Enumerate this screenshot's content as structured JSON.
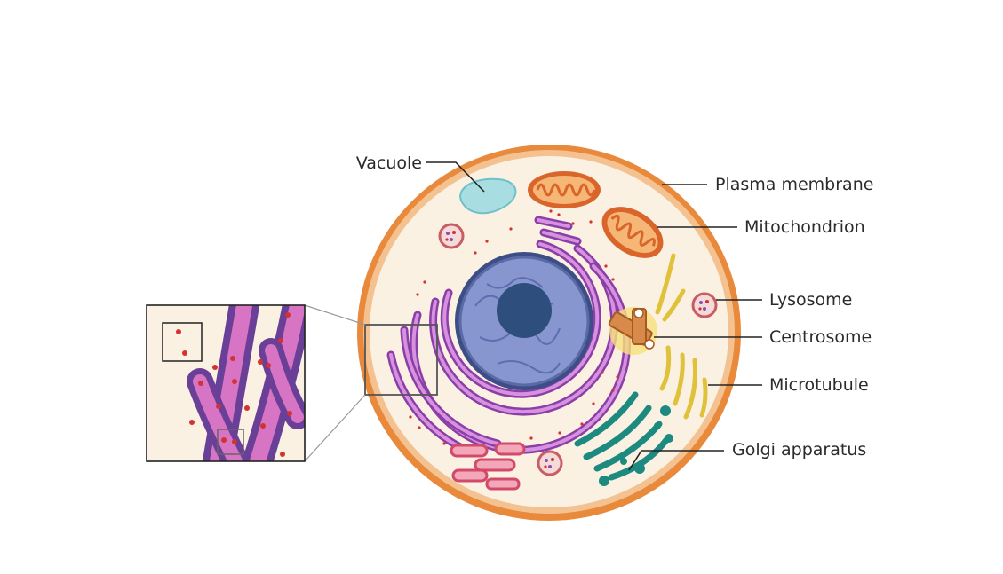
{
  "labels": {
    "vacuole": "Vacuole",
    "plasma_membrane": "Plasma membrane",
    "mitochondrion": "Mitochondrion",
    "lysosome": "Lysosome",
    "centrosome": "Centrosome",
    "microtubule": "Microtubule",
    "golgi": "Golgi apparatus"
  },
  "colors": {
    "membrane_outer": "#e8893b",
    "cytoplasm": "#fbf1e3",
    "nucleus": "#7f8fc9",
    "nucleolus": "#2e4f7e",
    "rough_er": "#b065c4",
    "golgi": "#1d8a80",
    "mitochondrion": "#d9652a",
    "vacuole": "#a8dde2",
    "lysosome": "#c95d66",
    "centrosome": "#d88a4a",
    "microtubule": "#e0c23a",
    "ribosome": "#d3322f",
    "smooth_er": "#e2607c"
  }
}
